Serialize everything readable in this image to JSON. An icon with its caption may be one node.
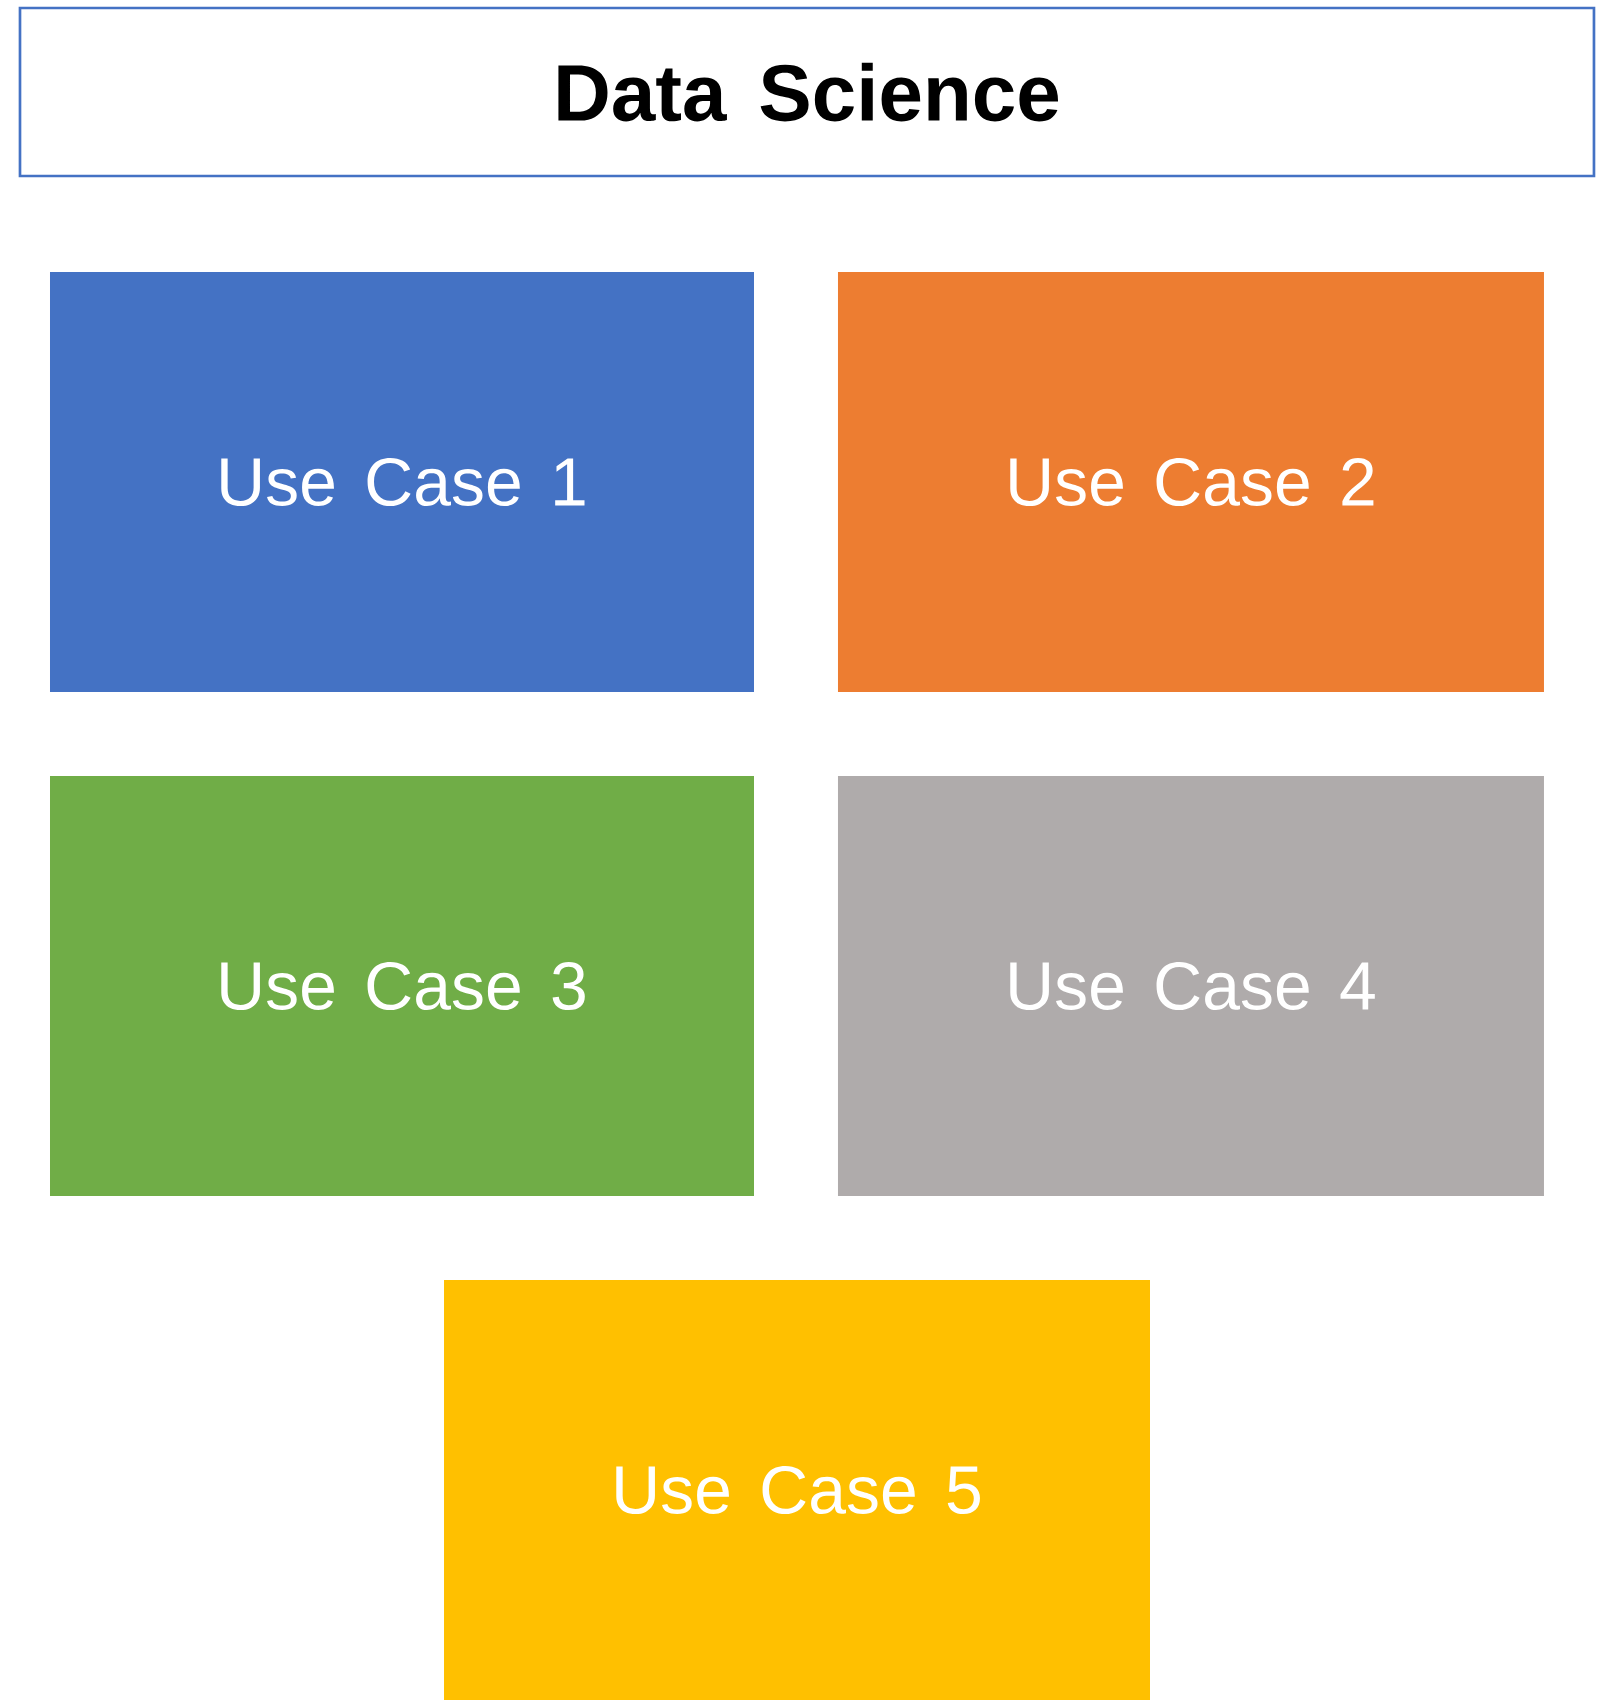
{
  "diagram": {
    "nodes": [
      {
        "text": [
          "Data Science"
        ]
      },
      {
        "text": [
          "Use Case 1"
        ]
      },
      {
        "text": [
          "Use Case 2"
        ]
      },
      {
        "text": [
          "Use Case 3"
        ]
      },
      {
        "text": [
          "Use Case 4"
        ]
      },
      {
        "text": [
          "Use Case 5"
        ]
      }
    ]
  }
}
